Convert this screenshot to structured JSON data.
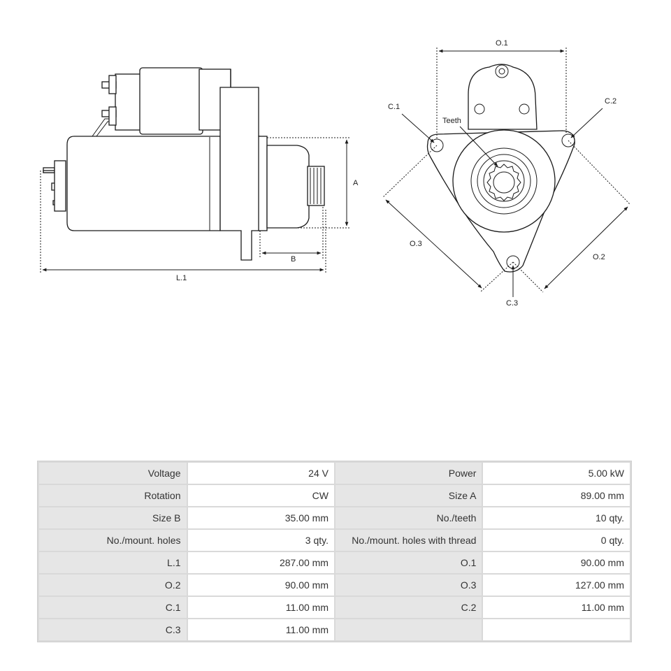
{
  "drawing": {
    "labels": {
      "A": "A",
      "B": "B",
      "L1": "L.1",
      "O1": "O.1",
      "O2": "O.2",
      "O3": "O.3",
      "C1": "C.1",
      "C2": "C.2",
      "C3": "C.3",
      "teeth": "Teeth"
    }
  },
  "specs": {
    "rows": [
      [
        {
          "label": "Voltage",
          "value": "24 V"
        },
        {
          "label": "Power",
          "value": "5.00 kW"
        }
      ],
      [
        {
          "label": "Rotation",
          "value": "CW"
        },
        {
          "label": "Size A",
          "value": "89.00 mm"
        }
      ],
      [
        {
          "label": "Size B",
          "value": "35.00 mm"
        },
        {
          "label": "No./teeth",
          "value": "10 qty."
        }
      ],
      [
        {
          "label": "No./mount. holes",
          "value": "3 qty."
        },
        {
          "label": "No./mount. holes with thread",
          "value": "0 qty."
        }
      ],
      [
        {
          "label": "L.1",
          "value": "287.00 mm"
        },
        {
          "label": "O.1",
          "value": "90.00 mm"
        }
      ],
      [
        {
          "label": "O.2",
          "value": "90.00 mm"
        },
        {
          "label": "O.3",
          "value": "127.00 mm"
        }
      ],
      [
        {
          "label": "C.1",
          "value": "11.00 mm"
        },
        {
          "label": "C.2",
          "value": "11.00 mm"
        }
      ],
      [
        {
          "label": "C.3",
          "value": "11.00 mm"
        },
        {
          "label": "",
          "value": ""
        }
      ]
    ]
  }
}
